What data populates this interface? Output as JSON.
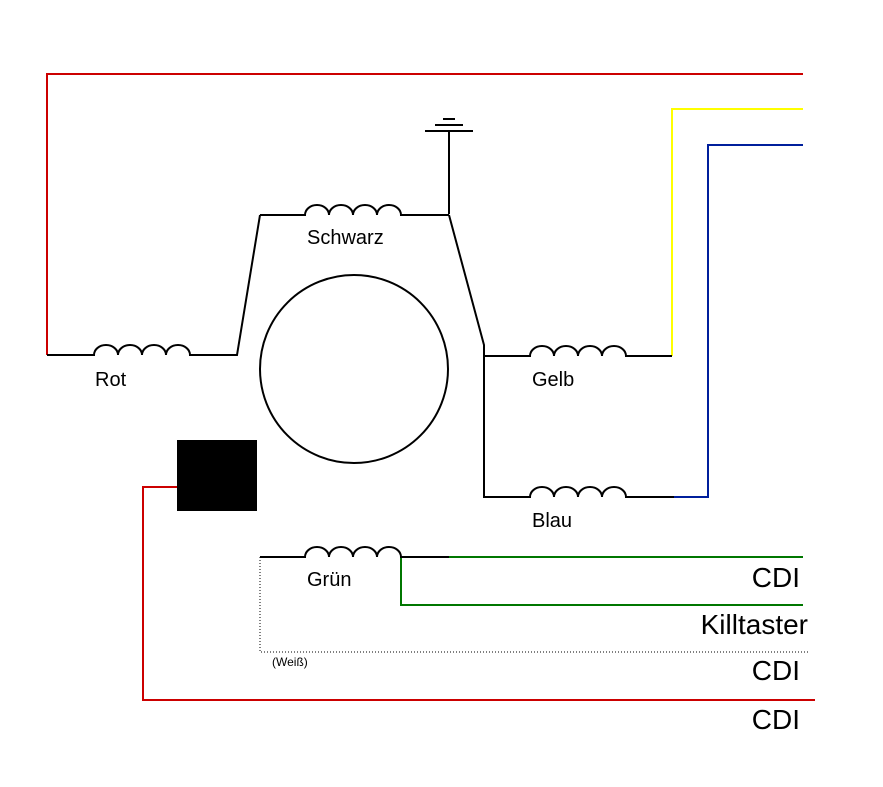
{
  "diagram": {
    "coils": {
      "rot": "Rot",
      "schwarz": "Schwarz",
      "gelb": "Gelb",
      "blau": "Blau",
      "gruen": "Grün"
    },
    "notes": {
      "weiss": "(Weiß)"
    },
    "terminals": {
      "cdi_1": "CDI",
      "killtaster": "Killtaster",
      "cdi_2": "CDI",
      "cdi_3": "CDI"
    },
    "colors": {
      "red": "#cc0000",
      "yellow": "#ffff00",
      "blue": "#001f9c",
      "green": "#007700",
      "black": "#000000"
    }
  }
}
